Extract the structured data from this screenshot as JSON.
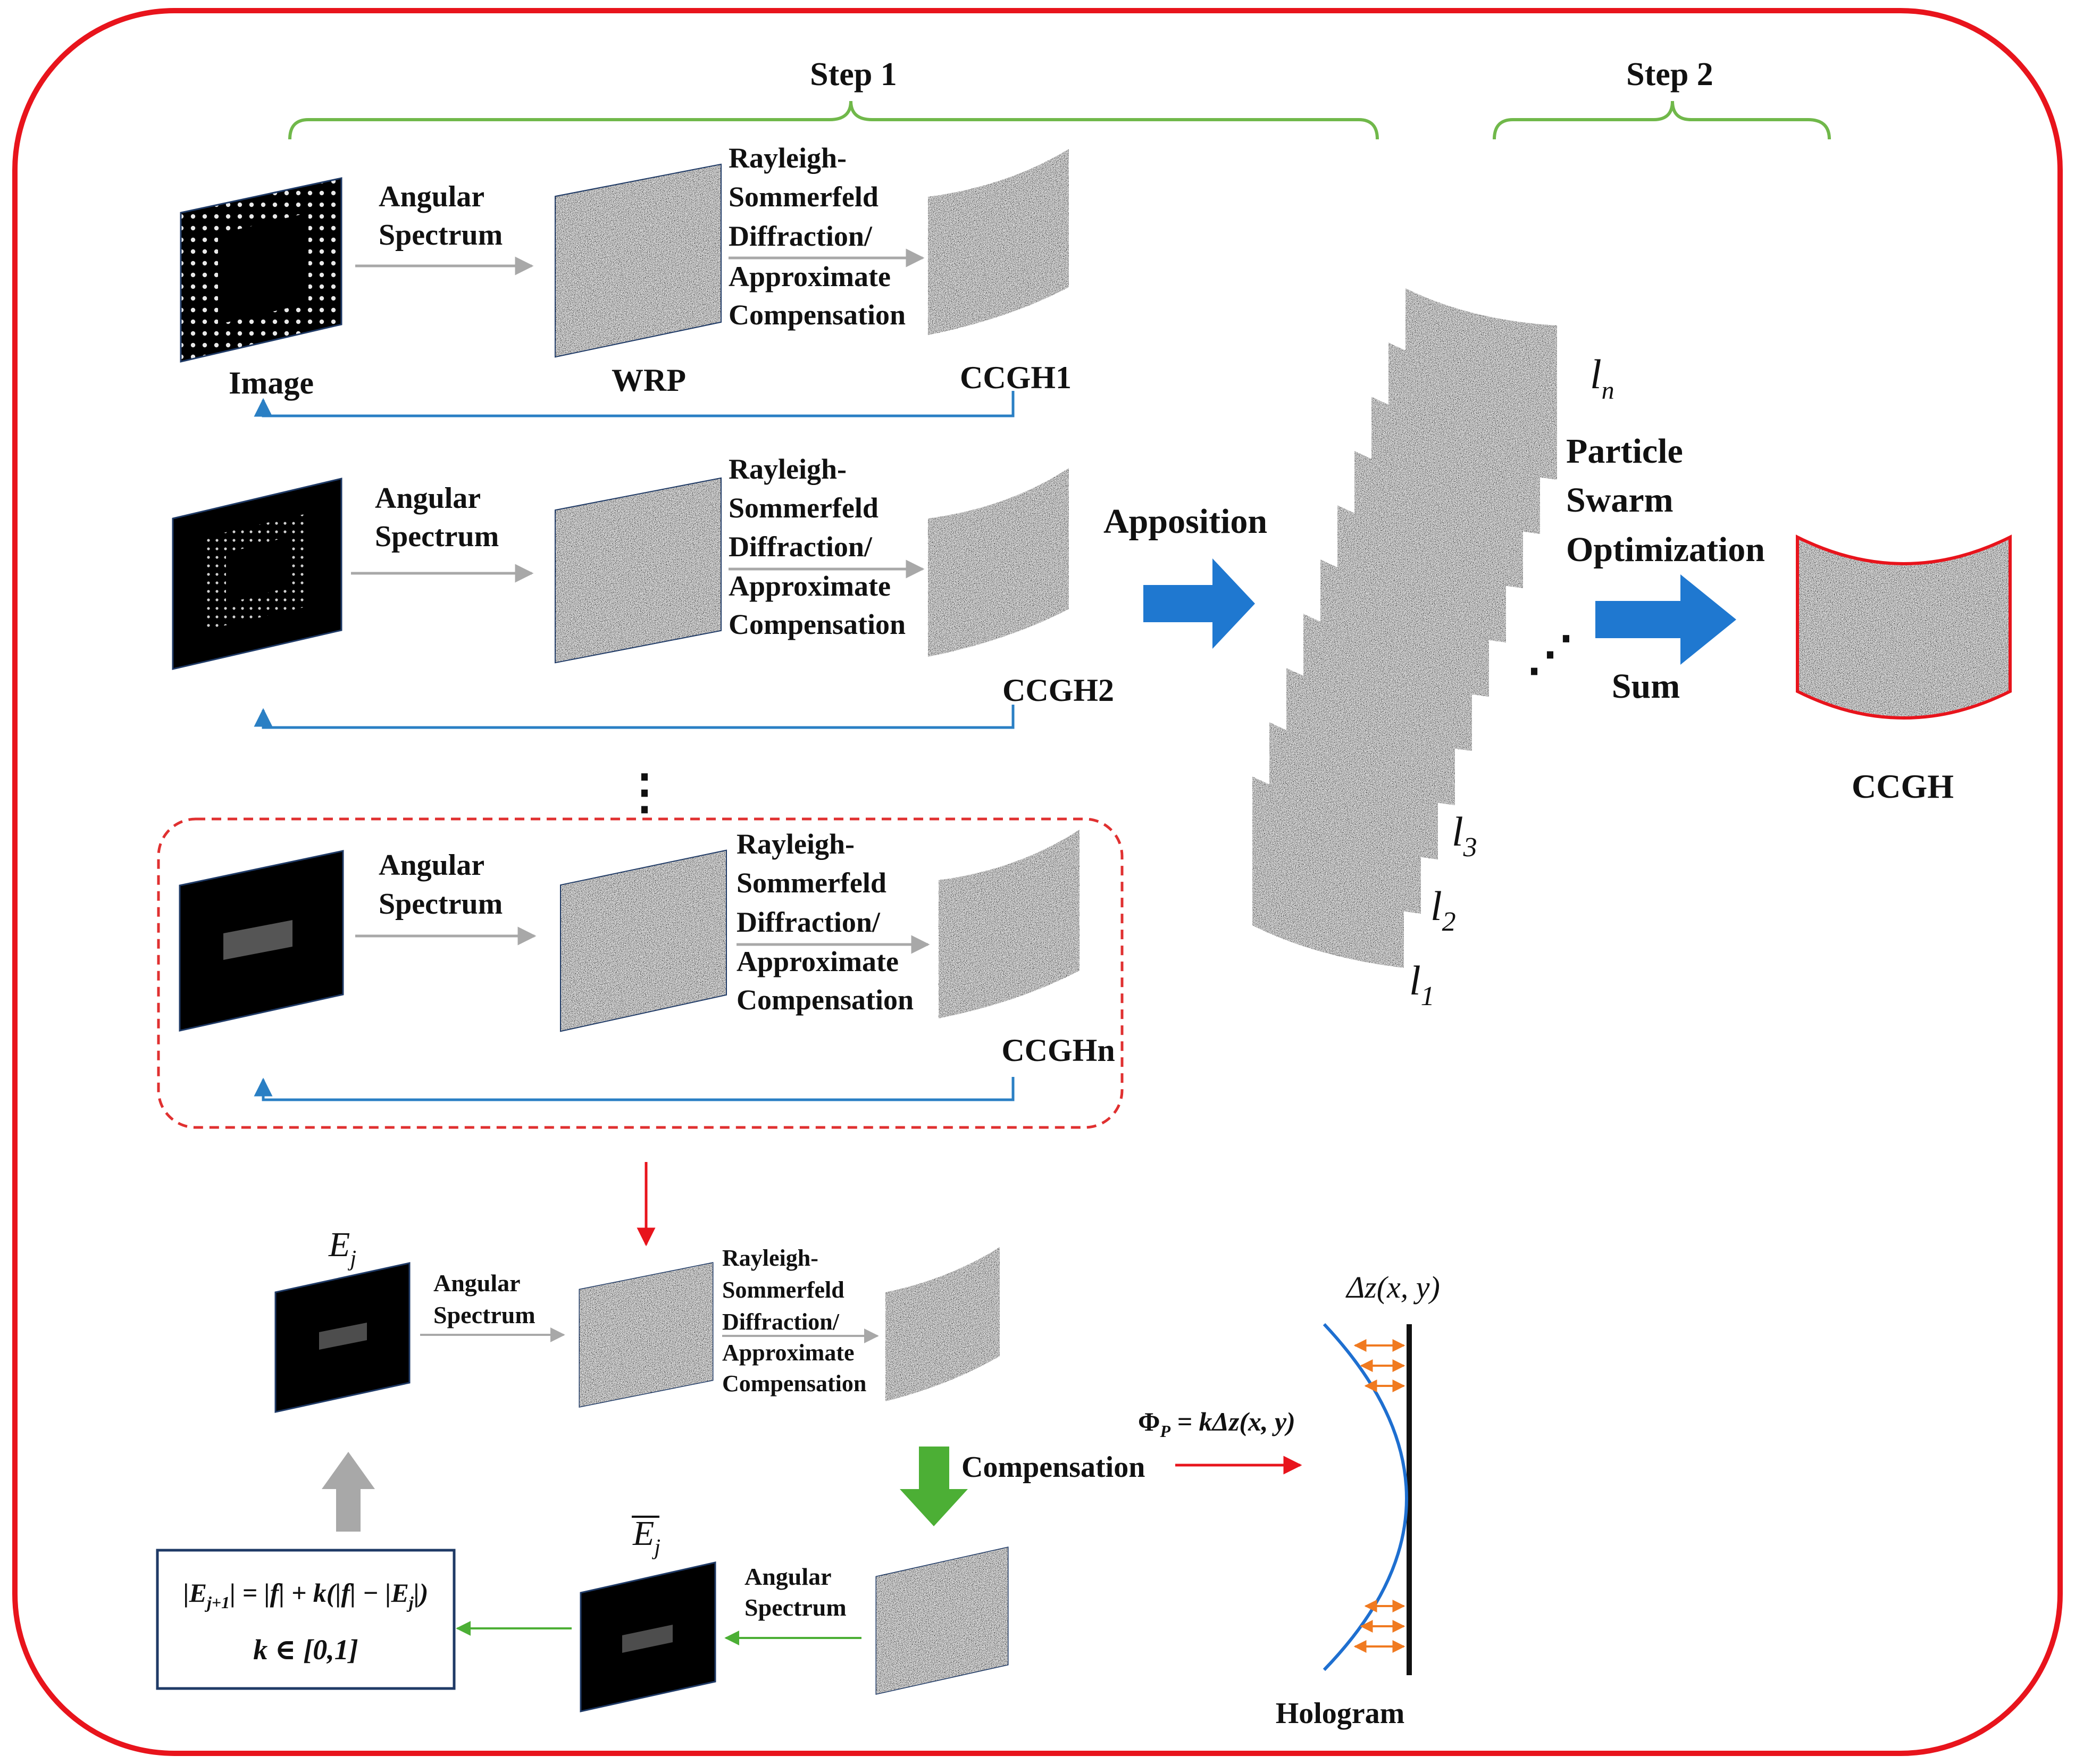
{
  "colors": {
    "frame": "#e8141c",
    "brace": "#70b84a",
    "arrow_blue": "#1f78d0",
    "arrow_feedback": "#2a7fc4",
    "arrow_gray": "#a8a8a8",
    "arrow_green": "#4caf35",
    "dashed": "#e03030",
    "plate_edge": "#1f3a66",
    "orange": "#f07a20",
    "curve_blue": "#1e6fd0"
  },
  "icons": [
    "noise-hologram",
    "curved-hologram",
    "cylinder-hologram",
    "block-arrow",
    "brace"
  ],
  "step1": "Step 1",
  "step2": "Step 2",
  "labels": {
    "angular": "Angular",
    "spectrum": "Spectrum",
    "rs1": "Rayleigh-",
    "rs2": "Sommerfeld",
    "rs3": "Diffraction/",
    "rs4": "Approximate",
    "rs5": "Compensation",
    "image": "Image",
    "wrp": "WRP",
    "ccgh1": "CCGH1",
    "ccgh2": "CCGH2",
    "ccghn": "CCGHn",
    "dots": "⋮",
    "apposition": "Apposition",
    "pso1": "Particle",
    "pso2": "Swarm",
    "pso3": "Optimization",
    "sum": "Sum",
    "ccgh": "CCGH",
    "l_n": "l",
    "l_n_sub": "n",
    "l_3": "l",
    "l_3_sub": "3",
    "l_2": "l",
    "l_2_sub": "2",
    "l_1": "l",
    "l_1_sub": "1",
    "stack_dots": "⋰",
    "ej": "E",
    "ej_sub": "j",
    "ejbar": "E",
    "ejbar_sub": "j",
    "compensation": "Compensation",
    "phi": "Φ",
    "phi_sub": "P",
    "phi_eq": " = kΔz(x, y)",
    "dz": "Δz(x, y)",
    "hologram": "Hologram",
    "formula1_a": "|E",
    "formula1_sub": "j+1",
    "formula1_b": "| = |f| + k(|f| − |",
    "formula1_c": "E",
    "formula1_csub": "j",
    "formula1_d": "|)",
    "formula2": "k ∈ [0,1]"
  }
}
